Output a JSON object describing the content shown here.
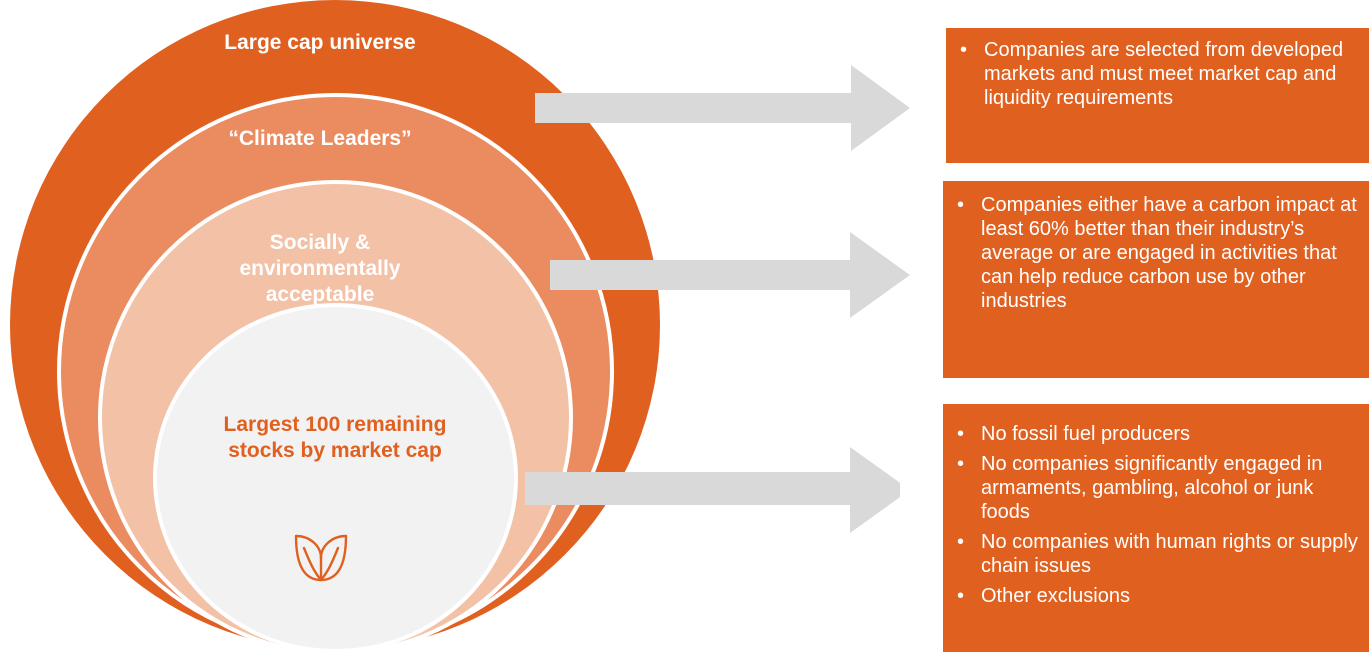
{
  "rings": [
    {
      "label": "Large cap universe",
      "color": "#e06020"
    },
    {
      "label": "“Climate Leaders”",
      "color": "#ea8c60"
    },
    {
      "label": "Socially & environmentally acceptable",
      "color": "#f3c1a6"
    },
    {
      "label": "Largest 100 remaining stocks by market cap",
      "color": "#f2f2f2",
      "text_color": "#e06020"
    }
  ],
  "center_icon": "leaf-icon",
  "arrow_color": "#d9d9d9",
  "criteria_boxes": [
    {
      "color": "#e06020",
      "bullets": [
        "Companies are selected from developed markets and must meet market cap and liquidity requirements"
      ]
    },
    {
      "color": "#e06020",
      "bullets": [
        "Companies either have a carbon impact at least 60% better than their industry’s average or are engaged in activities that can help reduce carbon use by other industries"
      ]
    },
    {
      "color": "#e06020",
      "bullets": [
        "No fossil fuel producers",
        "No companies significantly engaged in armaments, gambling, alcohol or junk foods",
        "No companies with human rights or supply chain issues",
        "Other exclusions"
      ]
    }
  ]
}
